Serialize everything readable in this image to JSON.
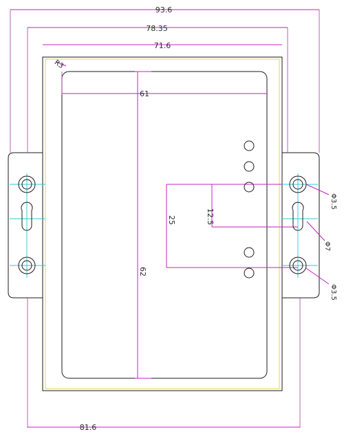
{
  "drawing": {
    "dimensions": {
      "overall_width": "93.6",
      "flange_width": "78.35",
      "top_width": "71.6",
      "corner_radius": "R3",
      "inner_width": "61",
      "hole_spacing_vertical": "25",
      "offset_vertical": "12.5",
      "inner_height": "62",
      "bottom_width": "81.6",
      "hole_dia_top": "Φ3.5",
      "slot_dia": "Φ7",
      "hole_dia_bottom": "Φ3.5"
    }
  }
}
